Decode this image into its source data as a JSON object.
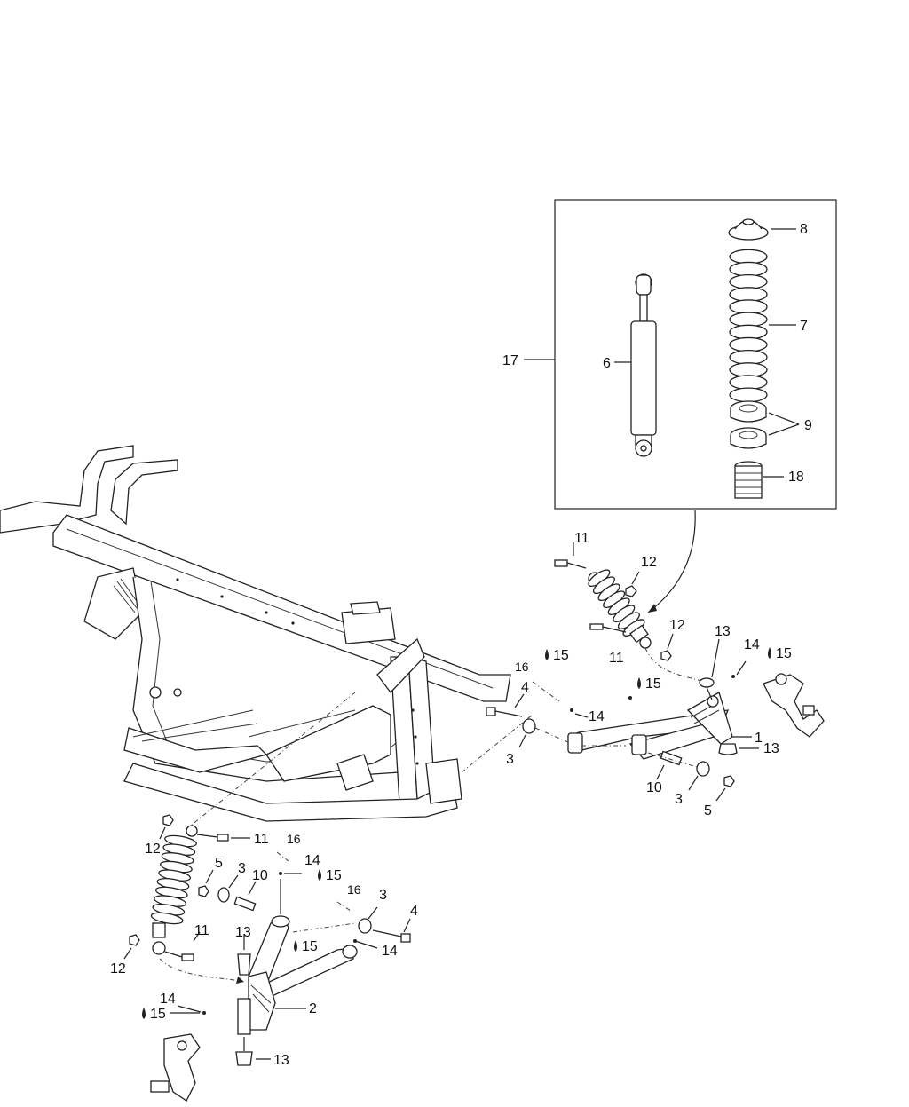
{
  "callouts": {
    "n1": "1",
    "n2": "2",
    "n3a": "3",
    "n3b": "3",
    "n3c": "3",
    "n3d": "3",
    "n4a": "4",
    "n4b": "4",
    "n5a": "5",
    "n5b": "5",
    "n6": "6",
    "n7": "7",
    "n8": "8",
    "n9": "9",
    "n10a": "10",
    "n10b": "10",
    "n11a": "11",
    "n11b": "11",
    "n11c": "11",
    "n11d": "11",
    "n12a": "12",
    "n12b": "12",
    "n12c": "12",
    "n12d": "12",
    "n13a": "13",
    "n13b": "13",
    "n13c": "13",
    "n13d": "13",
    "n14a": "14",
    "n14b": "14",
    "n14c": "14",
    "n14d": "14",
    "n14e": "14",
    "n15a": "15",
    "n15b": "15",
    "n15c": "15",
    "n15d": "15",
    "n15e": "15",
    "n16a": "16",
    "n16b": "16",
    "n16c": "16",
    "n17": "17",
    "n18": "18"
  },
  "icons": {
    "lubricant": "lubricant-drop-icon"
  },
  "colors": {
    "ink": "#222222",
    "paper": "#ffffff"
  }
}
